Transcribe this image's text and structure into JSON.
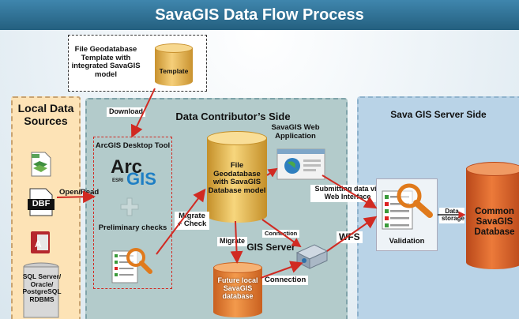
{
  "title": "SavaGIS Data Flow Process",
  "colors": {
    "title_bar": "#2c6f95",
    "local_panel": "#fde3b6",
    "local_border": "#c9a370",
    "contributor_panel": "#b3cbcb",
    "contributor_border": "#7fa3a9",
    "server_panel": "#b9d3e7",
    "server_border": "#8eb2cc",
    "cylinder_gold": "#e8b54c",
    "cylinder_orange": "#e08131",
    "cylinder_red": "#d65c24",
    "arrow_red": "#d12a22",
    "dash_red": "#d12a22"
  },
  "template_box": {
    "text": "File Geodatabase Template with integrated SavaGIS model",
    "cylinder_label": "Template"
  },
  "download_label": "Download",
  "local_sources": {
    "title": "Local Data Sources",
    "dbf_label": "DBF",
    "open_read_label": "Open/Read",
    "rdbms_label": "SQL Server/ Oracle/ PostgreSQL RDBMS",
    "icons": [
      "shp-file-icon",
      "dbf-file-icon",
      "access-database-icon",
      "database-stack-icon"
    ]
  },
  "contributor": {
    "title": "Data Contributor’s Side",
    "tool_title": "ArcGIS Desktop Tool",
    "arcgis_logo_arc": "Arc",
    "arcgis_logo_gis": "GIS",
    "arcgis_logo_esri": "ESRI",
    "preliminary_checks": "Preliminary checks",
    "migrate_check": "Migrate + Check",
    "main_db": "File Geodatabase with SavaGIS Database model",
    "web_app": "SavaGIS Web Application",
    "migrate": "Migrate",
    "connection_top": "Connection",
    "connection_bottom": "Connection",
    "gis_server": "GIS Server",
    "future_db": "Future local SavaGIS database"
  },
  "server": {
    "title": "Sava GIS Server Side",
    "submitting": "Submitting data via Web Interface",
    "wfs": "WFS",
    "validation": "Validation",
    "data_storage": "Data storage",
    "common_db": "Common SavaGIS Database"
  }
}
